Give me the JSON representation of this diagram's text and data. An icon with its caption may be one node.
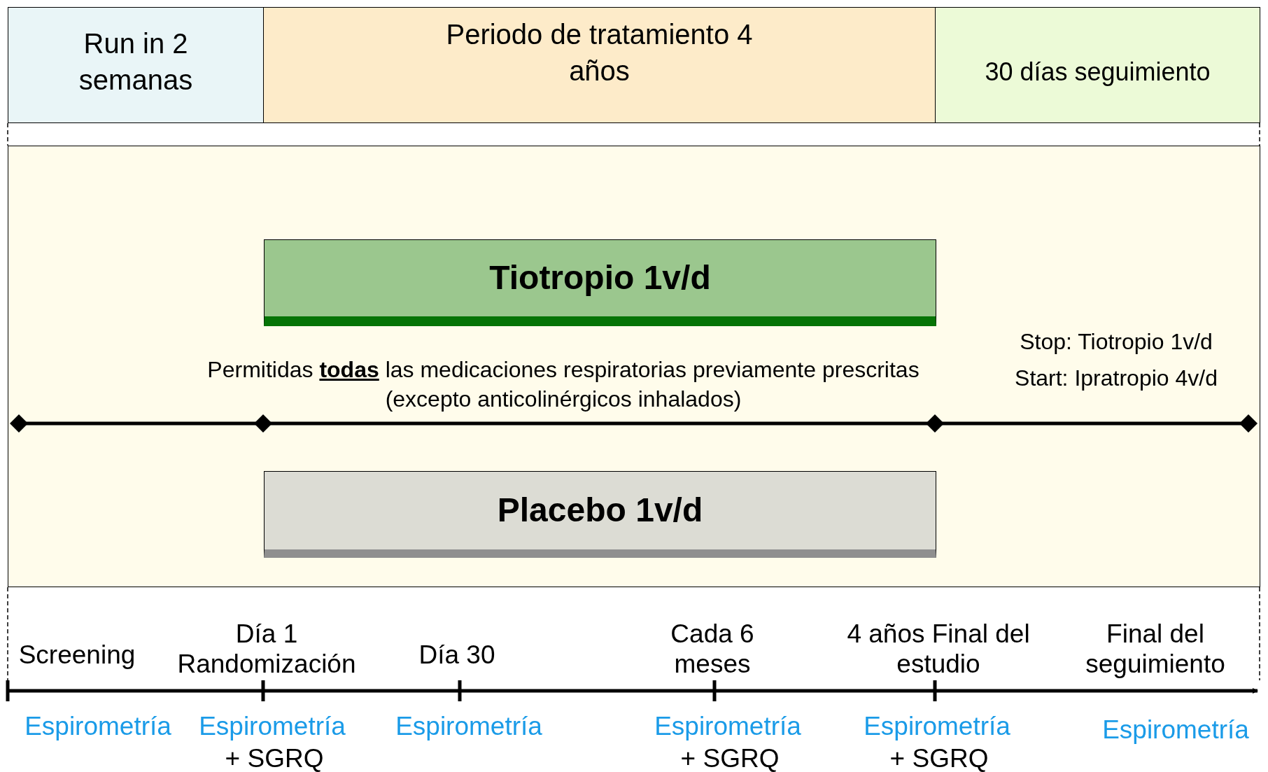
{
  "diagram": {
    "nodes": [
      {
        "text": [
          "Run in 2 semanas"
        ]
      },
      {
        "text": [
          "Periodo de tratamiento 4 años"
        ]
      },
      {
        "text": [
          "30 días seguimiento"
        ]
      },
      {
        "text": [],
        "shape": "box"
      },
      {
        "text": [
          "Tiotropio 1v/d"
        ],
        "in": 3
      },
      {
        "text": [
          "Placebo 1v/d"
        ],
        "in": 3
      }
    ],
    "labels": [
      "Stop: Tiotropio 1v/d",
      "Start: Ipratropio 4v/d",
      "Permitidas **todas** las medicaciones respiratorias previamente prescritas (excepto anticolinérgicos inhalados)",
      "Screening",
      "Día 1 Randomización",
      "Día 30",
      "Cada 6 meses",
      "4 años Final del estudio",
      "Final del seguimiento",
      "Espirometría",
      "Espirometría",
      "Espirometría",
      "Espirometría",
      "Espirometría",
      "Espirometría",
      "+ SGRQ",
      "+ SGRQ",
      "+ SGRQ"
    ]
  }
}
